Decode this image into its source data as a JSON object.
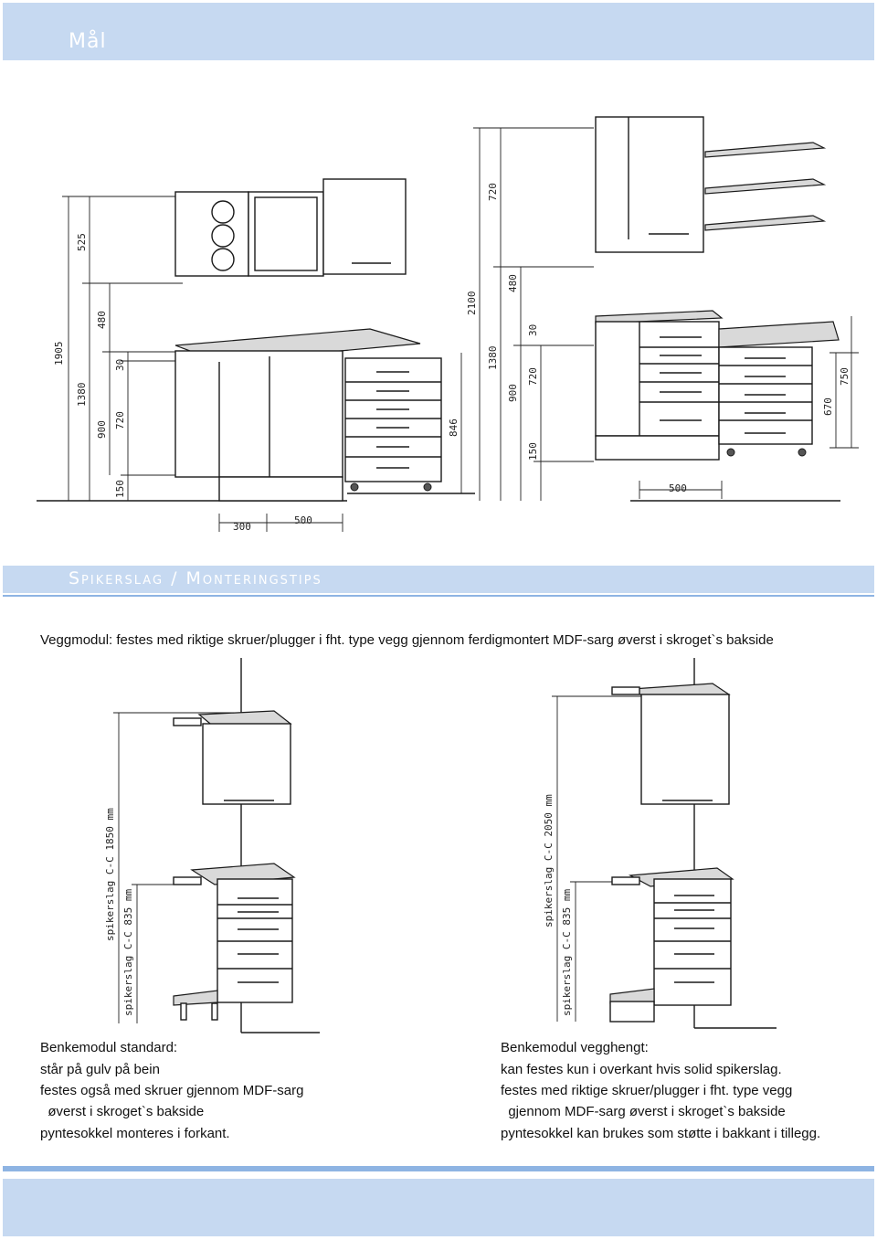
{
  "section_mal": {
    "title": "Mål"
  },
  "section_spikerslag": {
    "title": "Spikerslag / Monteringstips"
  },
  "intro_text": "Veggmodul: festes med riktige skruer/plugger i fht. type vegg gjennom ferdigmontert MDF-sarg øverst i skroget`s bakside",
  "dimensions": {
    "left": [
      "1905",
      "525",
      "1380",
      "480",
      "900",
      "30",
      "720",
      "150",
      "300",
      "500"
    ],
    "mid": [
      "846",
      "2100",
      "720",
      "1380",
      "480",
      "30",
      "900",
      "720",
      "150"
    ],
    "right": [
      "500",
      "750",
      "670"
    ]
  },
  "spikerslag": {
    "left_outer": "spikerslag C-C 1850 mm",
    "left_inner": "spikerslag C-C 835 mm",
    "right_outer": "spikerslag C-C 2050 mm",
    "right_inner": "spikerslag C-C 835 mm"
  },
  "benk_standard": {
    "heading": "Benkemodul standard:",
    "lines": [
      "står på gulv på bein",
      "festes også med skruer gjennom MDF-sarg",
      "  øverst i skroget`s bakside",
      "pyntesokkel monteres i forkant."
    ]
  },
  "benk_vegghengt": {
    "heading": "Benkemodul vegghengt:",
    "lines": [
      "kan festes kun i overkant hvis solid spikerslag.",
      "festes med riktige skruer/plugger i fht. type vegg",
      "  gjennom MDF-sarg øverst i skroget`s bakside",
      "pyntesokkel kan brukes som støtte i bakkant i tillegg."
    ]
  },
  "colors": {
    "header_band": "#c6d9f1",
    "rule": "#8eb4e3",
    "title_text": "#ffffff"
  }
}
